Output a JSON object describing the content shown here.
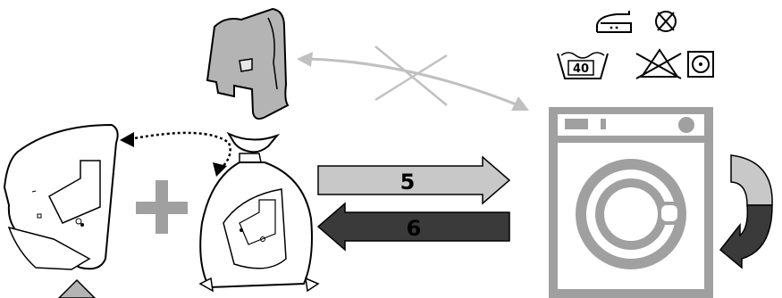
{
  "steps": [
    {
      "label": "5"
    },
    {
      "label": "6"
    }
  ],
  "care_symbols": {
    "wash_temperature": "40",
    "symbols": [
      "iron-low-heat-icon",
      "no-dry-clean-icon",
      "wash-40-icon",
      "no-bleach-icon",
      "tumble-dry-icon"
    ]
  },
  "colors": {
    "arrow_light": "#c8c8c8",
    "arrow_dark": "#3a3a3a",
    "machine_gray": "#a0a0a0",
    "outline": "#000000",
    "cover_gray": "#b4b4b4"
  }
}
